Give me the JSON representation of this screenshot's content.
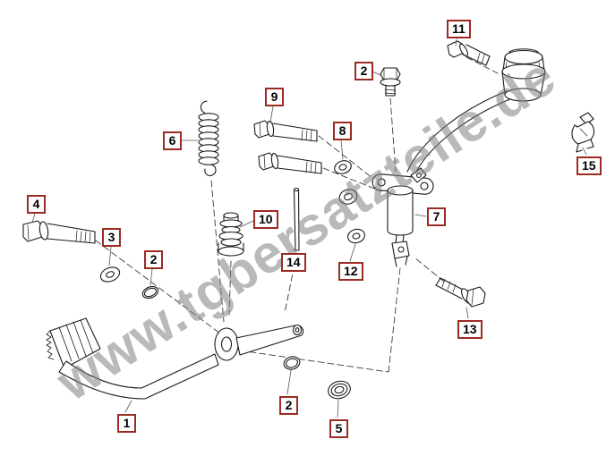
{
  "diagram": {
    "watermark": "www.tgbersatzteile.de",
    "colors": {
      "callout_border": "#9b2b23",
      "line": "#1a1a1a",
      "watermark_gray": "#808080"
    },
    "callouts": [
      {
        "label": "11"
      },
      {
        "label": "2"
      },
      {
        "label": "9"
      },
      {
        "label": "8"
      },
      {
        "label": "6"
      },
      {
        "label": "15"
      },
      {
        "label": "4"
      },
      {
        "label": "10"
      },
      {
        "label": "7"
      },
      {
        "label": "3"
      },
      {
        "label": "2"
      },
      {
        "label": "14"
      },
      {
        "label": "12"
      },
      {
        "label": "13"
      },
      {
        "label": "1"
      },
      {
        "label": "2"
      },
      {
        "label": "5"
      }
    ]
  }
}
